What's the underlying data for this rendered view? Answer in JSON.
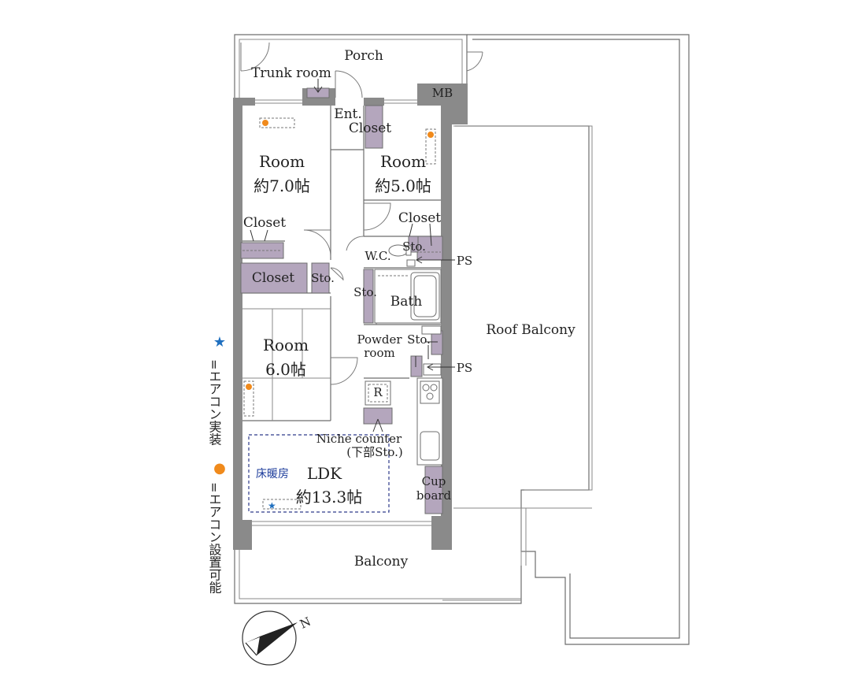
{
  "labels": {
    "porch": "Porch",
    "trunk_room": "Trunk room",
    "mb": "MB",
    "entrance": "Ent.",
    "closet_ent": "Closet",
    "room1_name": "Room",
    "room1_size": "約7.0帖",
    "room2_name": "Room",
    "room2_size": "約5.0帖",
    "closet_room1": "Closet",
    "closet_room2": "Closet",
    "closet_bar": "Closet",
    "sto_closet": "Sto.",
    "sto_wc": "Sto.",
    "wc": "W.C.",
    "ps1": "PS",
    "ps2": "PS",
    "sto_bath": "Sto.",
    "bath": "Bath",
    "room3_name": "Room",
    "room3_size": "6.0帖",
    "powder_room_1": "Powder",
    "powder_room_2": "room",
    "sto_powder": "Sto.",
    "fridge": "R",
    "niche_1": "Niche counter",
    "niche_2": "(下部Sto.)",
    "floor_heating": "床暖房",
    "ldk_name": "LDK",
    "ldk_size": "約13.3帖",
    "cupboard_1": "Cup",
    "cupboard_2": "board",
    "roof_balcony": "Roof Balcony",
    "balcony": "Balcony",
    "north": "N"
  },
  "legend": {
    "star_symbol": "★",
    "star_text": "=エアコン実装",
    "dot_symbol": "●",
    "dot_text": "=エアコン設置可能",
    "star_color": "#1f6fbf",
    "dot_color": "#f08a1c"
  },
  "colors": {
    "wall": "#8a8a8a",
    "storage": "#b4a6bd",
    "floor_heating_outline": "#2d3a8a",
    "aircon_dot": "#f08a1c",
    "aircon_star": "#1f6fbf"
  }
}
